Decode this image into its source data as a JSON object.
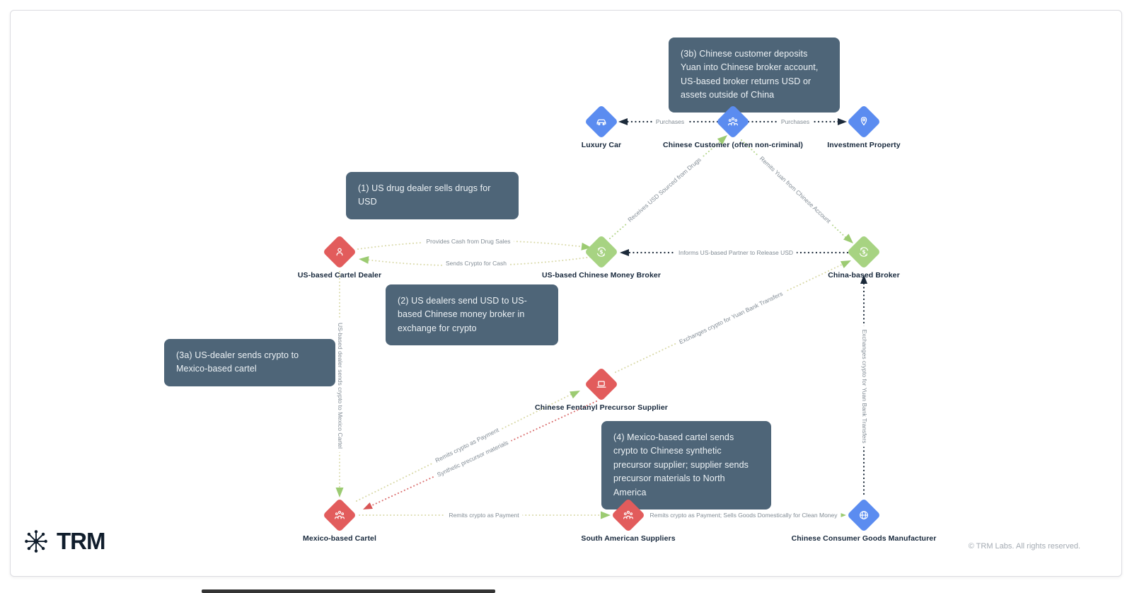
{
  "brand": {
    "name": "TRM"
  },
  "footer": {
    "copyright": "© TRM Labs. All rights reserved."
  },
  "colors": {
    "node_blue": "#5b8cf0",
    "node_red": "#e25c5c",
    "node_green": "#a7d382",
    "callout_bg": "#4e6578",
    "edge_green": "#b5d68d",
    "edge_olive": "#d9d9a8",
    "edge_dark": "#1c2a3a",
    "edge_red": "#da6e6e",
    "ink": "#16273b",
    "edge_label_gray": "#828c95"
  },
  "callouts": {
    "c1": "(1) US drug dealer sells drugs for USD",
    "c2": "(2) US dealers send USD to US-based Chinese money broker in exchange for crypto",
    "c3a": "(3a) US-dealer sends crypto to Mexico-based cartel",
    "c3b": "(3b) Chinese customer deposits Yuan into Chinese broker account, US-based broker returns USD or assets outside of China",
    "c4": "(4) Mexico-based cartel sends crypto to Chinese synthetic precursor supplier; supplier sends precursor materials to North America"
  },
  "nodes": {
    "luxury_car": {
      "label": "Luxury Car",
      "icon": "car-icon",
      "color": "#5b8cf0"
    },
    "chinese_customer": {
      "label": "Chinese Customer (often non-criminal)",
      "icon": "people-group-icon",
      "color": "#5b8cf0"
    },
    "investment_property": {
      "label": "Investment Property",
      "icon": "location-pin-icon",
      "color": "#5b8cf0"
    },
    "us_cartel_dealer": {
      "label": "US-based Cartel Dealer",
      "icon": "person-icon",
      "color": "#e25c5c"
    },
    "us_chinese_money_broker": {
      "label": "US-based Chinese Money Broker",
      "icon": "dollar-exchange-icon",
      "color": "#a7d382"
    },
    "china_broker": {
      "label": "China-based Broker",
      "icon": "dollar-exchange-icon",
      "color": "#a7d382"
    },
    "fentanyl_supplier": {
      "label": "Chinese Fentanyl Precursor Supplier",
      "icon": "laptop-icon",
      "color": "#e25c5c"
    },
    "mexico_cartel": {
      "label": "Mexico-based Cartel",
      "icon": "people-group-icon",
      "color": "#e25c5c"
    },
    "sa_suppliers": {
      "label": "South American Suppliers",
      "icon": "people-group-icon",
      "color": "#e25c5c"
    },
    "goods_manufacturer": {
      "label": "Chinese Consumer Goods Manufacturer",
      "icon": "globe-icon",
      "color": "#5b8cf0"
    }
  },
  "edges": {
    "purchases_left": "Purchases",
    "purchases_right": "Purchases",
    "receives_usd": "Receives USD Sourced from Drugs",
    "remits_yuan": "Remits Yuan from Chinese Account",
    "provides_cash": "Provides Cash from Drug Sales",
    "sends_crypto": "Sends Crypto for Cash",
    "informs_partner": "Informs US-based Partner to Release USD",
    "dealer_to_cartel": "US-based dealer sends crypto to Mexico Cartel",
    "remits_crypto_supplier": "Remits crypto as Payment",
    "synthetic_materials": "Synthetic precursor materials",
    "exchanges_crypto_diag": "Exchanges crypto for Yuan Bank Transfers",
    "exchanges_crypto_vert": "Exchanges crypto for Yuan Bank Transfers",
    "remits_crypto_sa": "Remits crypto as Payment",
    "remits_sells_goods": "Remits crypto as Payment; Sells Goods Domestically for Clean Money"
  }
}
